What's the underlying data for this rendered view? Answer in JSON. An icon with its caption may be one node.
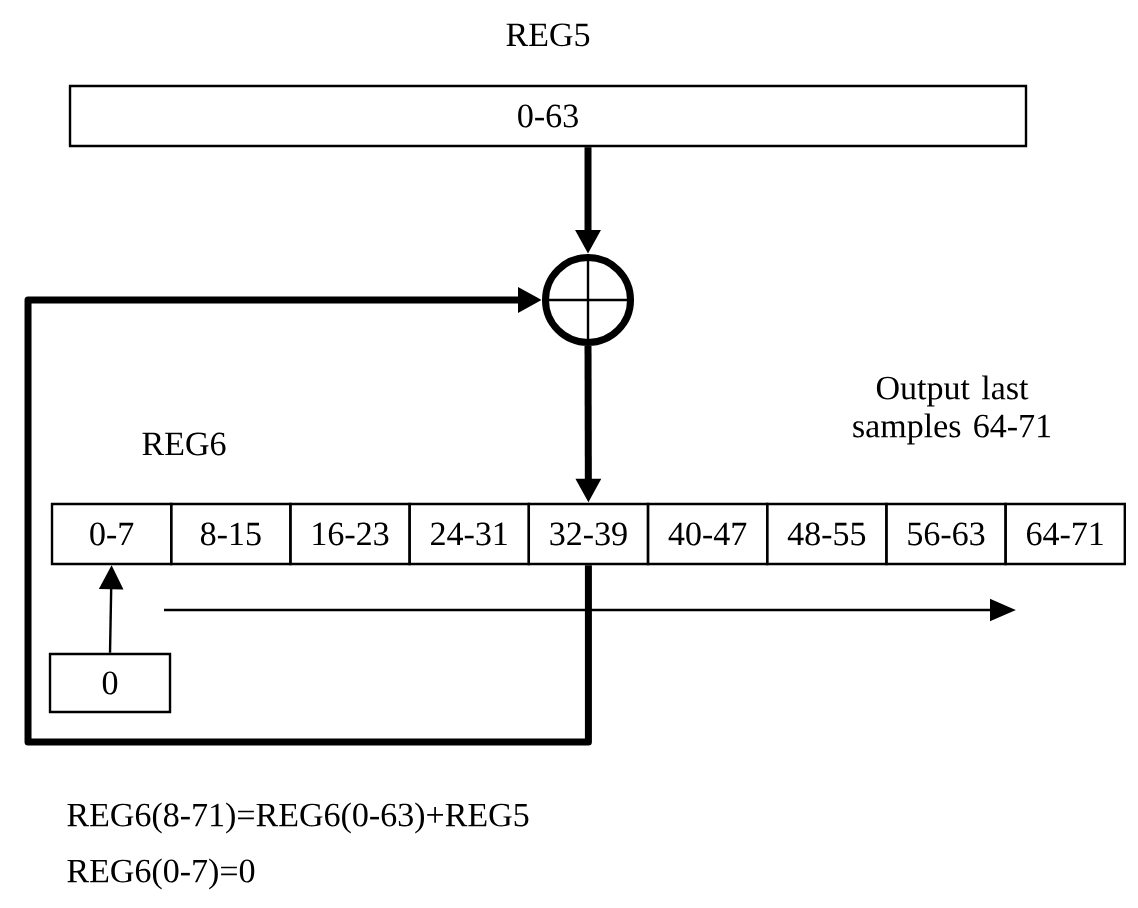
{
  "diagram": {
    "nodes": [
      {
        "text": [
          "0-63"
        ],
        "beside": [
          "REG5"
        ]
      },
      {
        "text": [],
        "shape": "circle"
      },
      {
        "text": [
          "0-7"
        ]
      },
      {
        "text": [
          "8-15"
        ]
      },
      {
        "text": [
          "16-23"
        ]
      },
      {
        "text": [
          "24-31"
        ]
      },
      {
        "text": [
          "32-39"
        ]
      },
      {
        "text": [
          "40-47"
        ]
      },
      {
        "text": [
          "48-55"
        ]
      },
      {
        "text": [
          "56-63"
        ]
      },
      {
        "text": [
          "64-71"
        ]
      },
      {
        "text": [
          "0"
        ]
      }
    ],
    "edges": [
      {
        "from": 0,
        "to": 1,
        "arrow": "to"
      },
      {
        "from": 1,
        "to": 6,
        "arrow": "to"
      },
      {
        "from": 6,
        "to": 1,
        "arrow": "to"
      },
      {
        "from": 11,
        "to": 2,
        "arrow": "to"
      }
    ],
    "labels": [
      "REG6",
      "Output last samples 64-71",
      "REG6(8-71)=REG6(0-63)+REG5",
      "REG6(0-7)=0"
    ]
  }
}
